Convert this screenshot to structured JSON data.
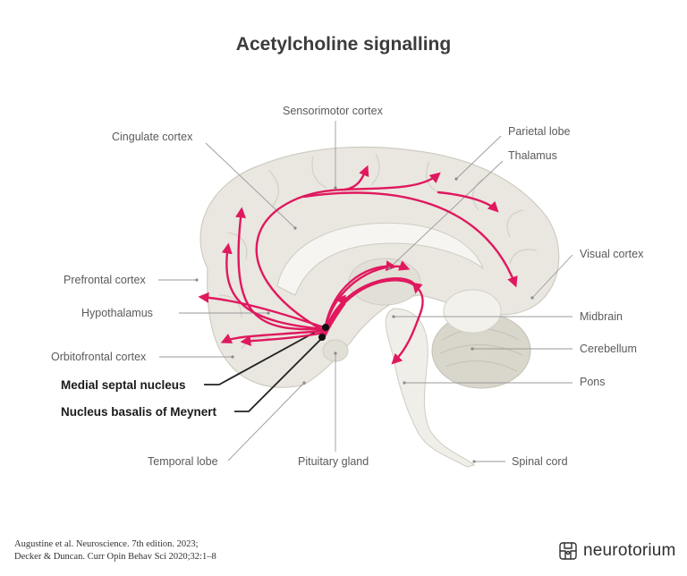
{
  "title": "Acetylcholine signalling",
  "labels": {
    "sensorimotor_cortex": "Sensorimotor cortex",
    "cingulate_cortex": "Cingulate cortex",
    "parietal_lobe": "Parietal lobe",
    "thalamus": "Thalamus",
    "visual_cortex": "Visual cortex",
    "prefrontal_cortex": "Prefrontal cortex",
    "hypothalamus": "Hypothalamus",
    "midbrain": "Midbrain",
    "cerebellum": "Cerebellum",
    "orbitofrontal_cortex": "Orbitofrontal cortex",
    "pons": "Pons",
    "medial_septal_nucleus": "Medial septal nucleus",
    "nucleus_basalis": "Nucleus basalis of Meynert",
    "temporal_lobe": "Temporal lobe",
    "pituitary_gland": "Pituitary gland",
    "spinal_cord": "Spinal cord"
  },
  "citation": {
    "line1": "Augustine et al. Neuroscience. 7th edition. 2023;",
    "line2": "Decker & Duncan. Curr Opin Behav Sci 2020;32:1–8"
  },
  "brand": {
    "name": "neurotorium",
    "logo_icon": "neurotorium-logo-icon"
  },
  "colors": {
    "pathway": "#e0185e",
    "brain": "#e9e7e0",
    "brain_stroke": "#c9c6bc",
    "cerebellum": "#d9d6cc"
  }
}
